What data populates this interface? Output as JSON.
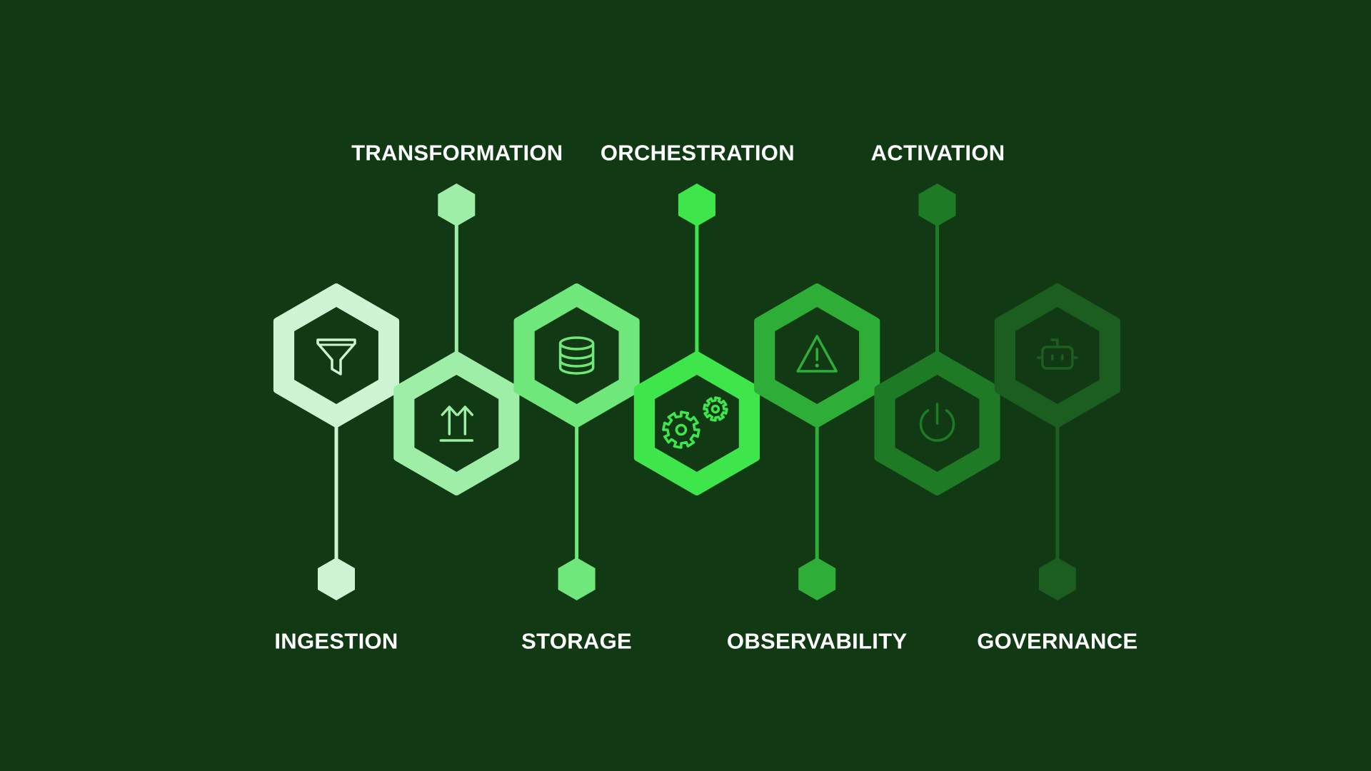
{
  "colors": {
    "background": "#113a14",
    "icon_fill": "#113a14",
    "label": "#ffffff"
  },
  "stages": [
    {
      "id": "ingestion",
      "label": "INGESTION",
      "icon": "funnel-icon",
      "color": "#cdf5d3",
      "icon_color": "#cdf5d3",
      "position": "bottom"
    },
    {
      "id": "transformation",
      "label": "TRANSFORMATION",
      "icon": "upload-icon",
      "color": "#9fee a8",
      "icon_color": "#9feea8",
      "position": "top"
    },
    {
      "id": "storage",
      "label": "STORAGE",
      "icon": "database-icon",
      "color": "#6fe77a",
      "icon_color": "#6fe77a",
      "position": "bottom"
    },
    {
      "id": "orchestration",
      "label": "ORCHESTRATION",
      "icon": "gears-icon",
      "color": "#3ee64c",
      "icon_color": "#3ee64c",
      "position": "top"
    },
    {
      "id": "observability",
      "label": "OBSERVABILITY",
      "icon": "warning-icon",
      "color": "#2ead37",
      "icon_color": "#2ead37",
      "position": "bottom"
    },
    {
      "id": "activation",
      "label": "ACTIVATION",
      "icon": "power-icon",
      "color": "#1f7a26",
      "icon_color": "#1f7a26",
      "position": "top"
    },
    {
      "id": "governance",
      "label": "GOVERNANCE",
      "icon": "robot-icon",
      "color": "#1c5e20",
      "icon_color": "#1c5e20",
      "position": "bottom"
    }
  ]
}
